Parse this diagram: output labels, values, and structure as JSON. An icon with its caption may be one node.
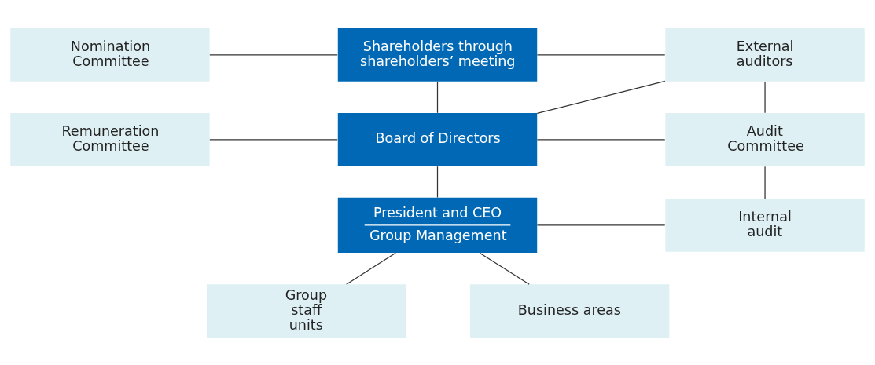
{
  "diagram": {
    "nodes": [
      {
        "text": [
          "Shareholders through shareholders’ meeting"
        ]
      },
      {
        "text": [
          "Nomination Committee"
        ]
      },
      {
        "text": [
          "External auditors"
        ]
      },
      {
        "text": [
          "Board of Directors"
        ]
      },
      {
        "text": [
          "Remuneration Committee"
        ]
      },
      {
        "text": [
          "Audit Committee"
        ]
      },
      {
        "text": [
          "President and CEO",
          "Group Management"
        ]
      },
      {
        "text": [
          "Internal audit"
        ]
      },
      {
        "text": [
          "Group staff units"
        ]
      },
      {
        "text": [
          "Business areas"
        ]
      }
    ],
    "edges": [
      {
        "from": 1,
        "to": 0,
        "arrow": "none"
      },
      {
        "from": 0,
        "to": 2,
        "arrow": "none"
      },
      {
        "from": 0,
        "to": 3,
        "arrow": "none"
      },
      {
        "from": 4,
        "to": 3,
        "arrow": "none"
      },
      {
        "from": 3,
        "to": 2,
        "arrow": "none"
      },
      {
        "from": 3,
        "to": 5,
        "arrow": "none"
      },
      {
        "from": 2,
        "to": 5,
        "arrow": "none"
      },
      {
        "from": 3,
        "to": 6,
        "arrow": "none"
      },
      {
        "from": 6,
        "to": 7,
        "arrow": "none"
      },
      {
        "from": 5,
        "to": 7,
        "arrow": "none"
      },
      {
        "from": 6,
        "to": 8,
        "arrow": "none"
      },
      {
        "from": 6,
        "to": 9,
        "arrow": "none"
      }
    ]
  }
}
